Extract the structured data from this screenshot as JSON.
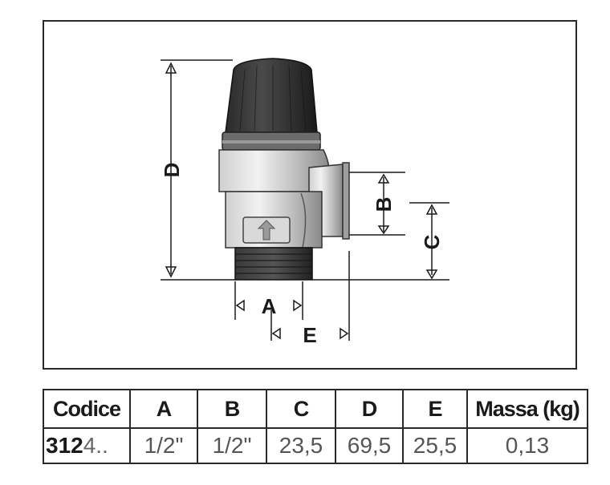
{
  "diagram": {
    "labels": {
      "A": "A",
      "B": "B",
      "C": "C",
      "D": "D",
      "E": "E"
    }
  },
  "table": {
    "headers": [
      "Codice",
      "A",
      "B",
      "C",
      "D",
      "E",
      "Massa (kg)"
    ],
    "row": {
      "code_bold": "312",
      "code_rest": "4..",
      "A": "1/2\"",
      "B": "1/2\"",
      "C": "23,5",
      "D": "69,5",
      "E": "25,5",
      "mass": "0,13"
    }
  }
}
